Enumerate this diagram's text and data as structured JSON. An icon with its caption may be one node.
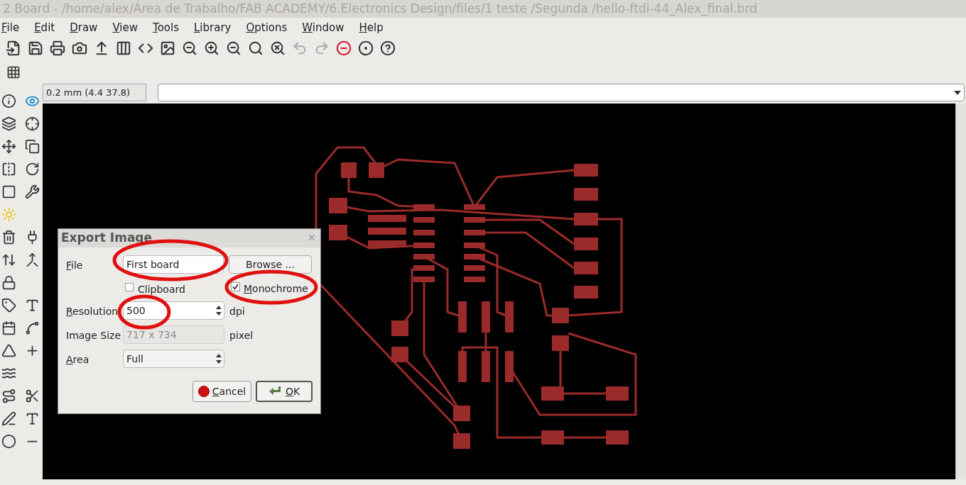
{
  "diagram": {
    "title": "2 Board - /home/alex/Área de Trabalho/FAB ACADEMY/6.Electronics Design/files/1 teste /Segunda /hello-ftdi-44_Alex_final.brd",
    "labels": [
      "File",
      "Edit",
      "Draw",
      "View",
      "Tools",
      "Library",
      "Options",
      "Window",
      "Help",
      "0.2 mm (4.4 37.8)",
      "Export Image",
      "File",
      "First board",
      "Browse ...",
      "Clipboard",
      "Monochrome",
      "Resolution",
      "500",
      "dpi",
      "Image Size",
      "717 x 734",
      "pixel",
      "Area",
      "Full",
      "Cancel",
      "OK"
    ]
  }
}
